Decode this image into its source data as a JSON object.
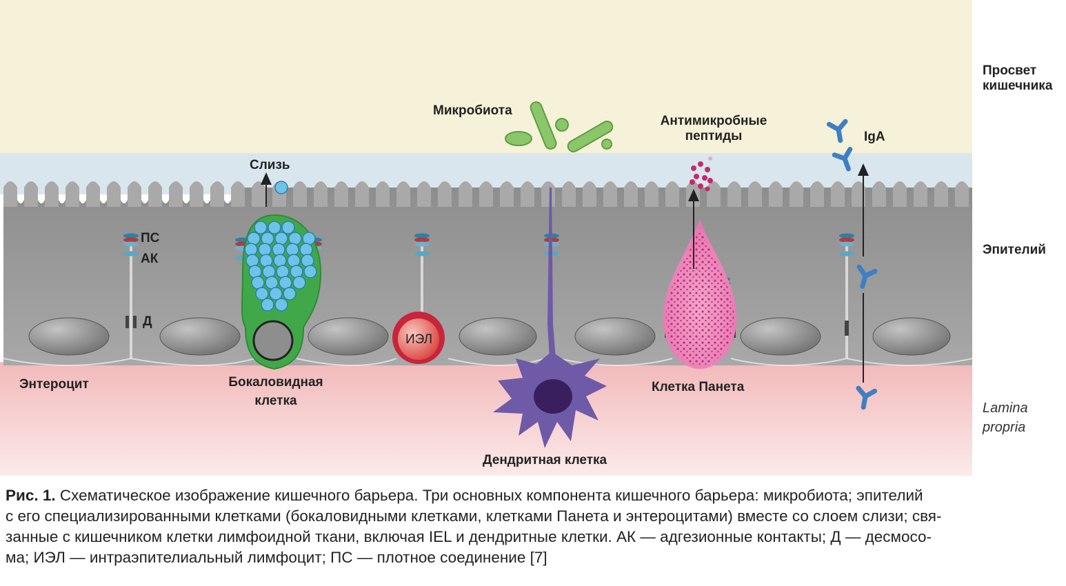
{
  "labels": {
    "lumen": [
      "Просвет",
      "кишечника"
    ],
    "epithelium": "Эпителий",
    "lamina": [
      "Lamina",
      "propria"
    ],
    "microbiota": "Микробиота",
    "amp": [
      "Антимикробные",
      "пептиды"
    ],
    "iga": "IgA",
    "mucus": "Слизь",
    "tj": "ПС",
    "aj": "АК",
    "desmosome": "Д",
    "enterocyte": "Энтероцит",
    "goblet": [
      "Бокаловидная",
      "клетка"
    ],
    "iel": "ИЭЛ",
    "dendritic": "Дендритная клетка",
    "paneth": "Клетка Панета"
  },
  "caption": {
    "prefix": "Рис. 1.",
    "lines": [
      " Схематическое изображение кишечного барьера. Три основных компонента кишечного барьера: микробиота; эпителий",
      "с его специализированными клетками (бокаловидными клетками, клетками Панета и энтероцитами) вместе со слоем слизи; свя-",
      "занные с кишечником клетки лимфоидной ткани, включая IEL и дендритные клетки. АК — адгезионные контакты; Д — десмосо-",
      "ма; ИЭЛ — интраэпителиальный лимфоцит; ПС — плотное соединение [7]"
    ]
  },
  "colors": {
    "lumen": "#f6f1d9",
    "mucus": "#d9e6ee",
    "epithelium": "#9a9a9a",
    "lamina": "#f4c9c9",
    "microbe": "#8cc66a",
    "goblet": "#41a84a",
    "granule": "#6ec3e8",
    "iel": "#c8243c",
    "dendritic": "#6e5aa6",
    "paneth": "#e0479a",
    "iga": "#3f7fc2"
  }
}
